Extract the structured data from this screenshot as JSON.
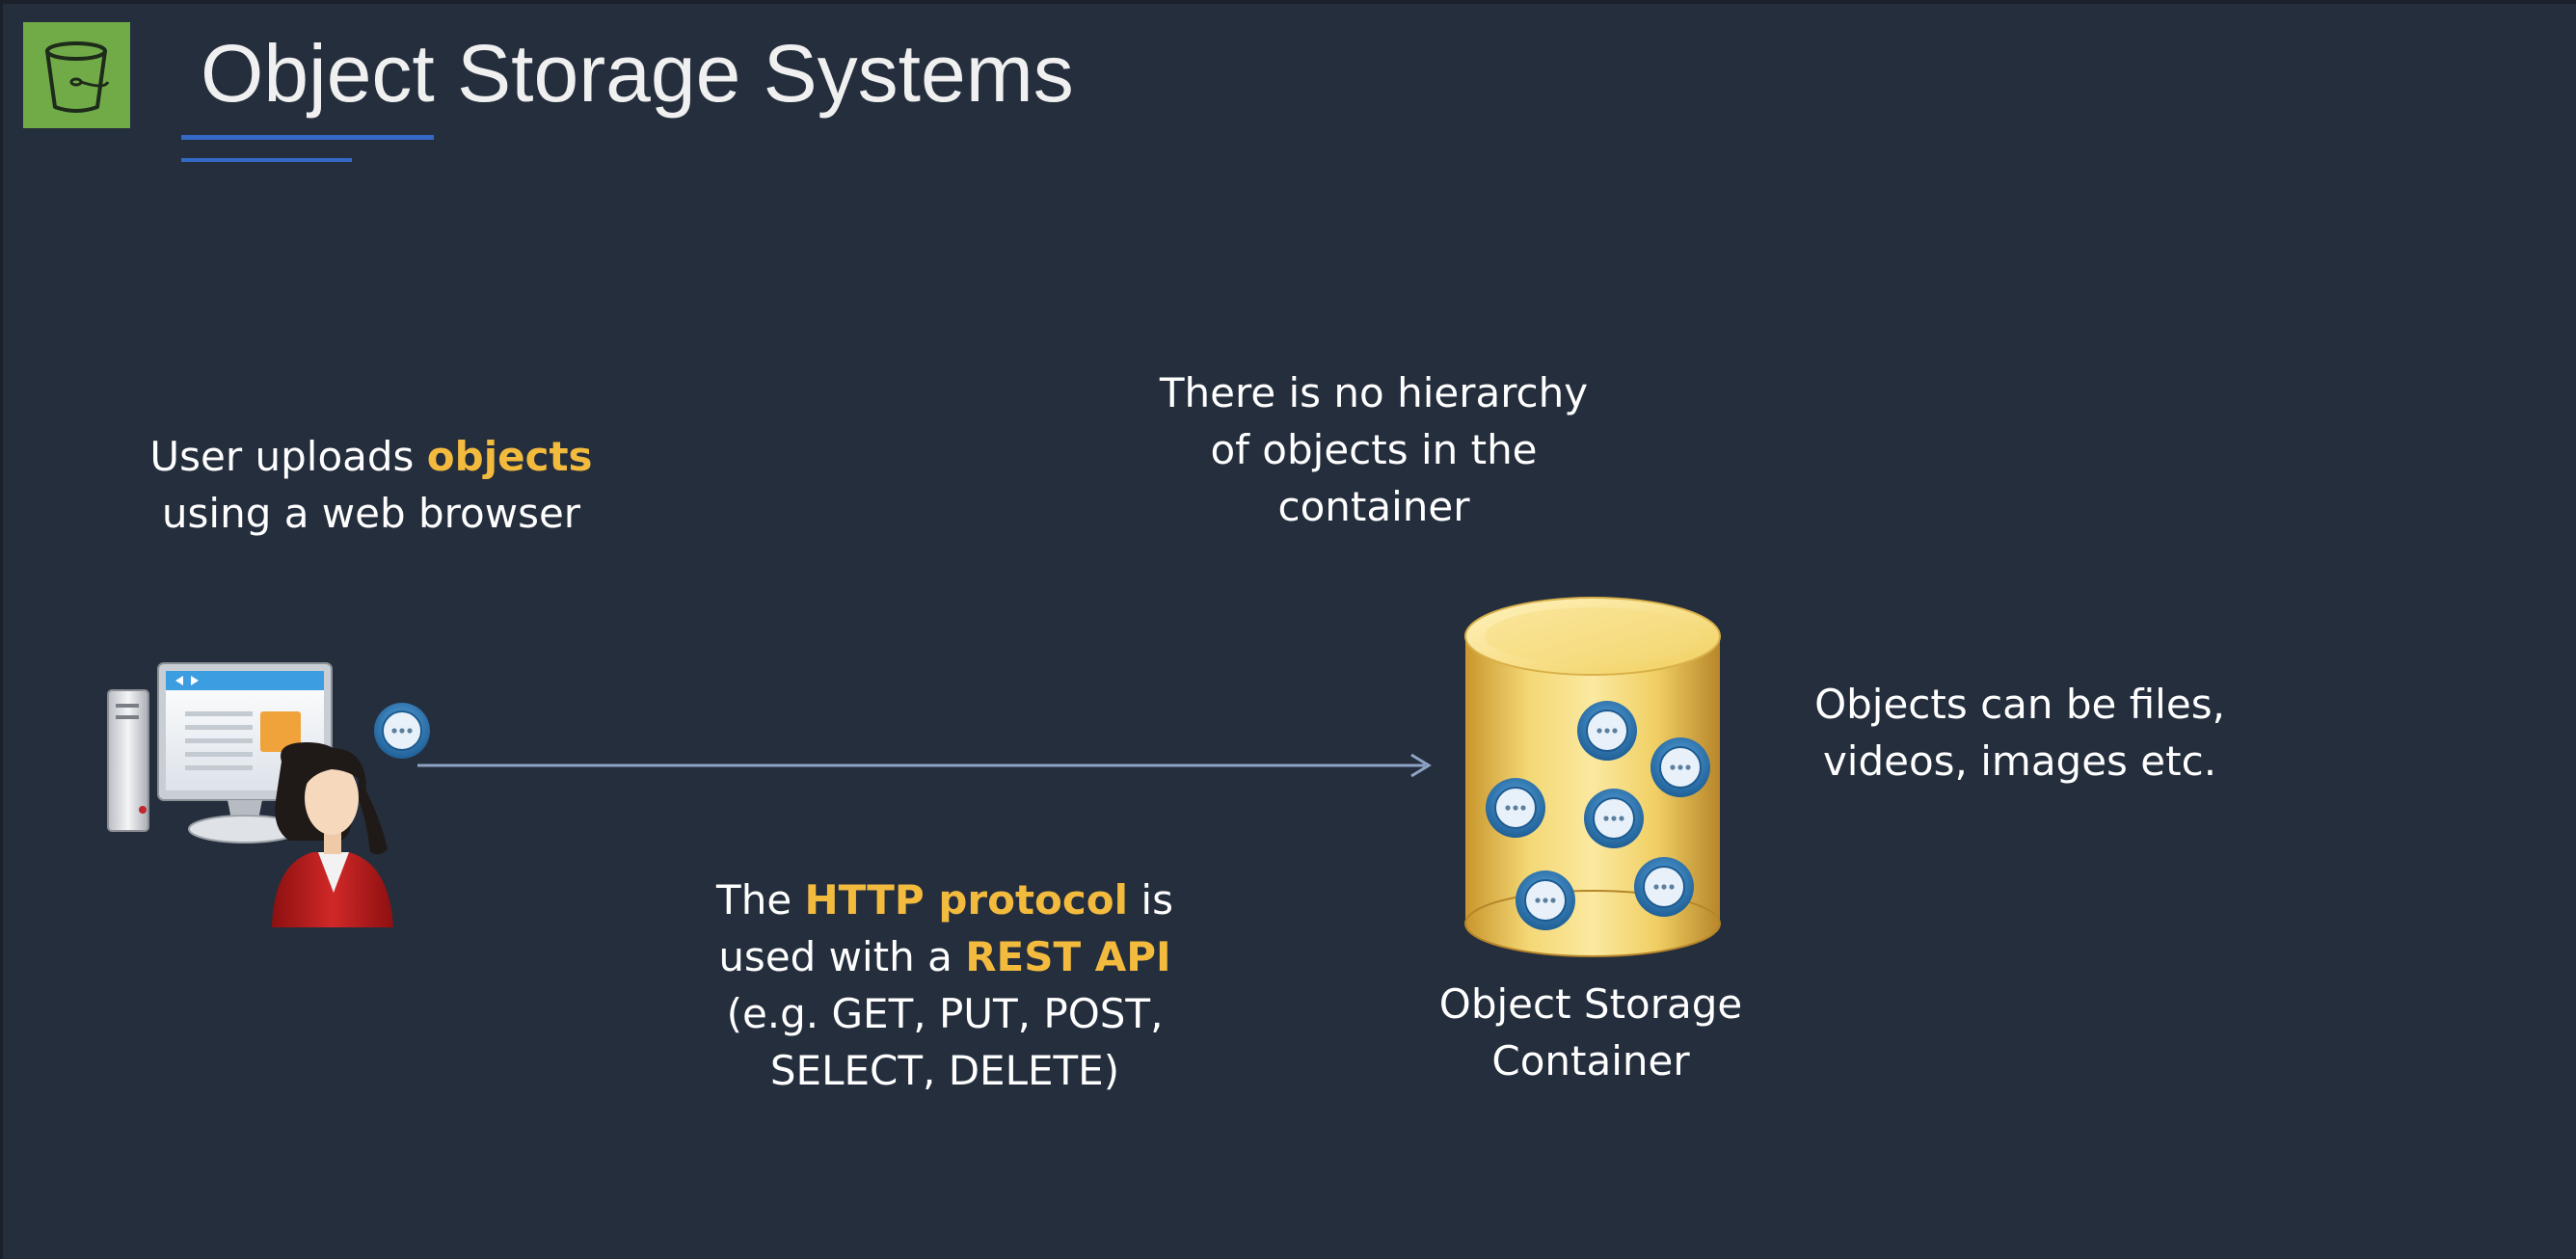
{
  "header": {
    "title": "Object Storage Systems",
    "logo_icon": "bucket-icon"
  },
  "upload_note": {
    "line1_prefix": "User uploads ",
    "line1_highlight": "objects",
    "line2": "using a web browser"
  },
  "hierarchy_note": {
    "line1": "There is no hierarchy",
    "line2": "of objects in the",
    "line3": "container"
  },
  "http_note": {
    "line1_prefix": "The ",
    "line1_highlight": "HTTP protocol",
    "line1_suffix": " is",
    "line2_prefix": "used with a ",
    "line2_highlight": "REST API",
    "line3": "(e.g. GET, PUT, POST,",
    "line4": "SELECT, DELETE)"
  },
  "objects_note": {
    "line1": "Objects can be files,",
    "line2": "videos, images etc."
  },
  "container": {
    "label_line1": "Object Storage",
    "label_line2": "Container"
  },
  "icons": {
    "user": "user-at-computer-icon",
    "object": "object-icon",
    "container": "storage-cylinder-icon",
    "arrow": "arrow-right-icon"
  },
  "colors": {
    "background": "#252e3d",
    "highlight": "#f3bb3e",
    "logo_green": "#70ab48",
    "accent_blue": "#3469c7",
    "object_blue": "#2f77b5"
  }
}
